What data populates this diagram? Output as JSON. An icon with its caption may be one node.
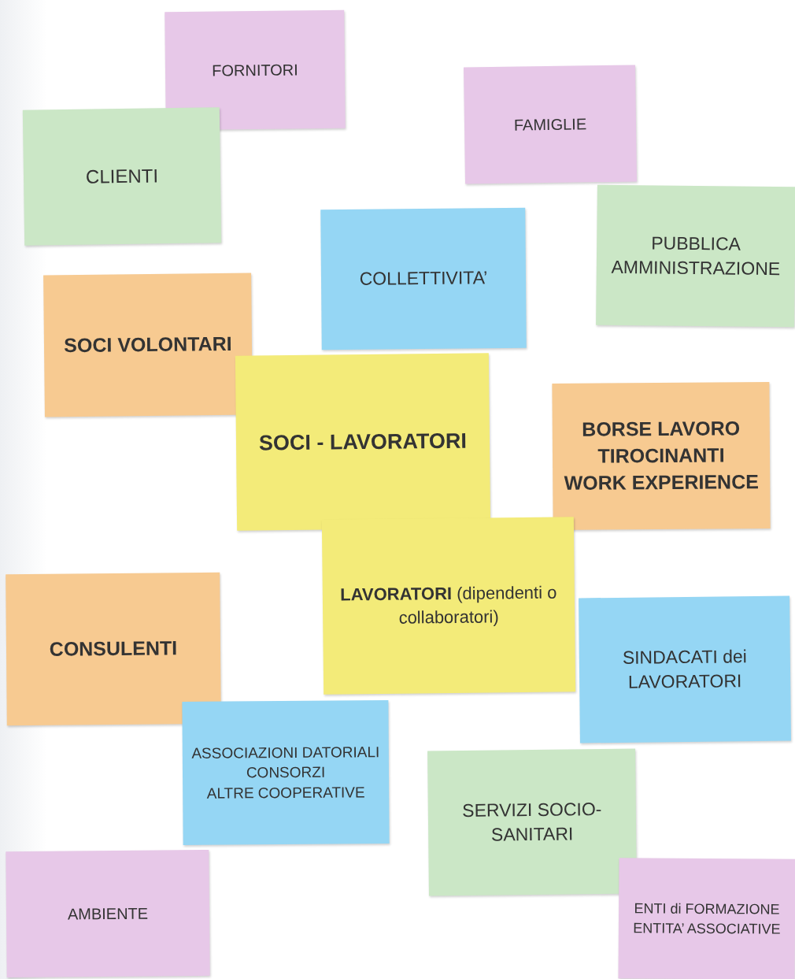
{
  "diagram": {
    "nodes": [
      {
        "text": [
          "FORNITORI"
        ]
      },
      {
        "text": [
          "FAMIGLIE"
        ]
      },
      {
        "text": [
          "CLIENTI"
        ]
      },
      {
        "text": [
          "COLLETTIVITA’"
        ]
      },
      {
        "text": [
          "PUBBLICA AMMINISTRAZIONE"
        ]
      },
      {
        "text": [
          "SOCI VOLONTARI"
        ]
      },
      {
        "text": [
          "SOCI - LAVORATORI"
        ]
      },
      {
        "text": [
          "BORSE LAVORO",
          "TIROCINANTI",
          "WORK EXPERIENCE"
        ]
      },
      {
        "text": [
          "**LAVORATORI** (dipendenti o collaboratori)"
        ]
      },
      {
        "text": [
          "CONSULENTI"
        ]
      },
      {
        "text": [
          "SINDACATI dei LAVORATORI"
        ]
      },
      {
        "text": [
          "ASSOCIAZIONI DATORIALI",
          "CONSORZI",
          "ALTRE COOPERATIVE"
        ]
      },
      {
        "text": [
          "SERVIZI SOCIO-SANITARI"
        ]
      },
      {
        "text": [
          "AMBIENTE"
        ]
      },
      {
        "text": [
          "ENTI di FORMAZIONE",
          "ENTITA’ ASSOCIATIVE"
        ]
      }
    ]
  }
}
